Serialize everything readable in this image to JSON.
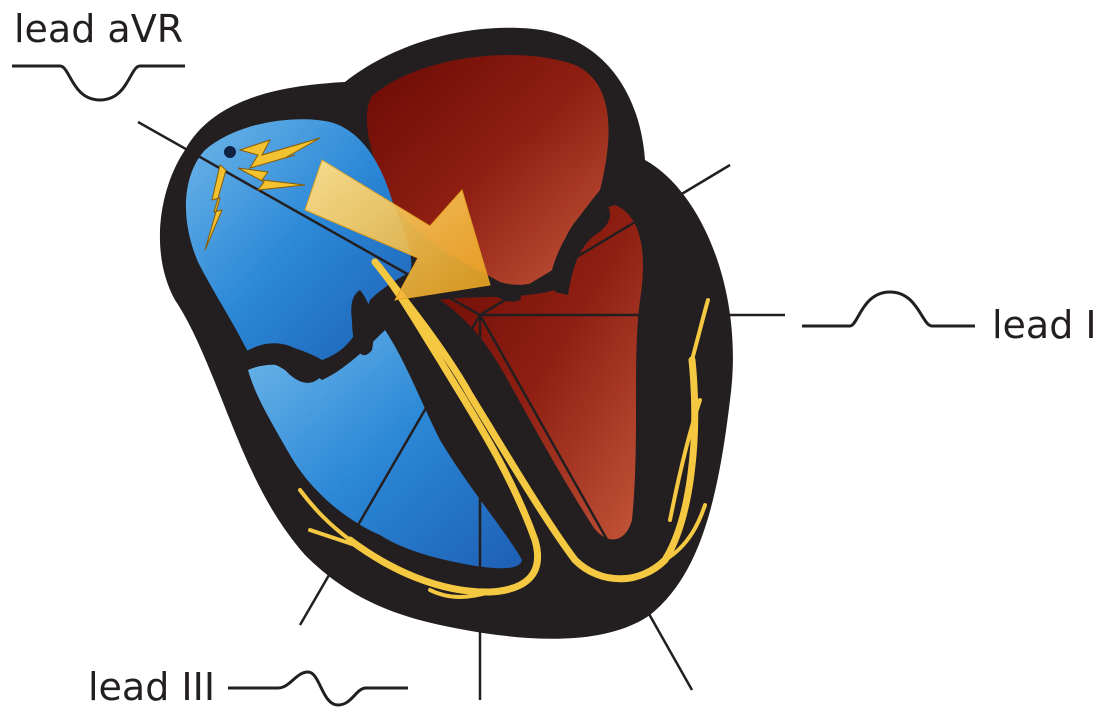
{
  "diagram": {
    "colors": {
      "right_heart": "#2f86d2",
      "left_heart": "#8a1c10",
      "muscle": "#231f20",
      "conduction": "#f5c842",
      "impulse_arrow": "#f0b52a"
    },
    "leads": {
      "avr": {
        "label": "lead aVR",
        "waveform": "negative deflection"
      },
      "i": {
        "label": "lead I",
        "waveform": "positive deflection"
      },
      "iii": {
        "label": "lead III",
        "waveform": "biphasic"
      }
    }
  }
}
